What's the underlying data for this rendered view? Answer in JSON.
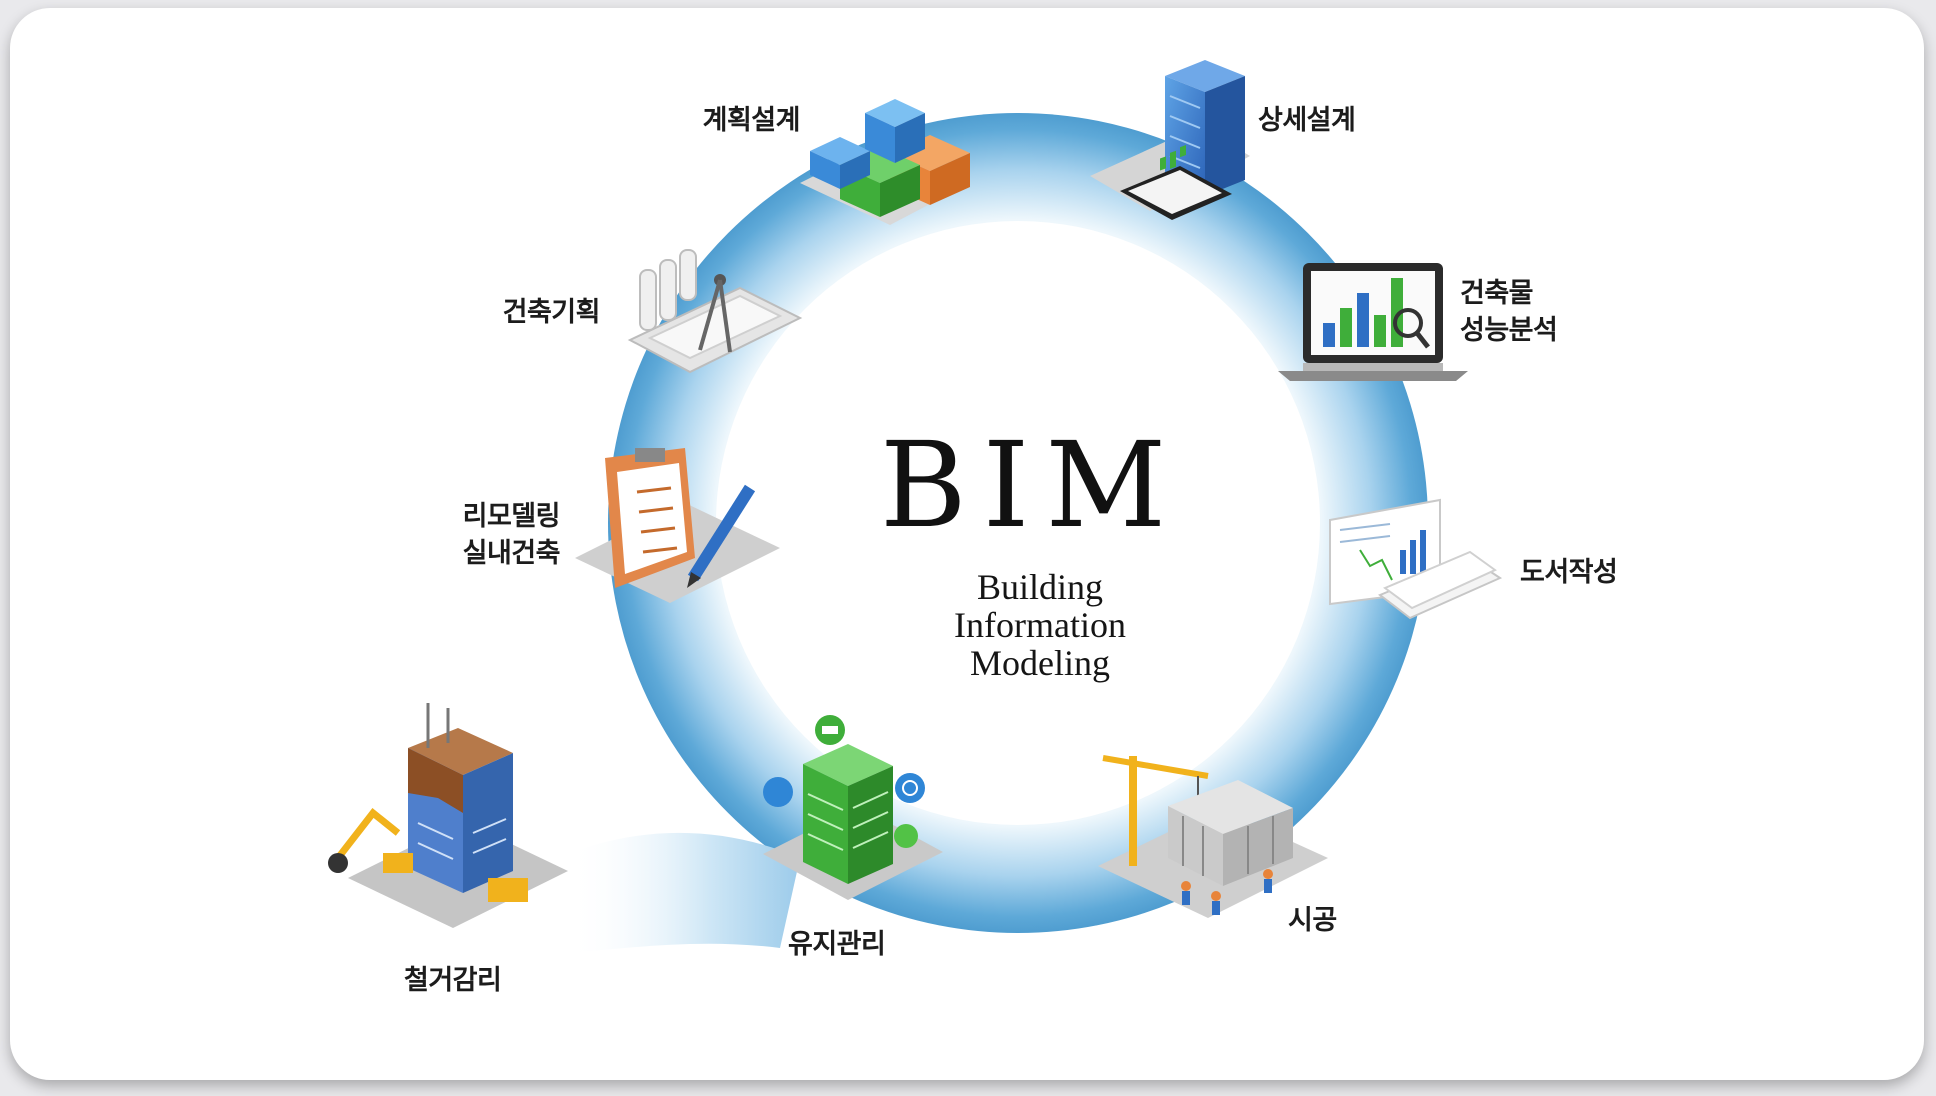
{
  "center": {
    "title": "BIM",
    "subtitle_lines": [
      "Building",
      "Information",
      "Modeling"
    ]
  },
  "stages": {
    "planning_design": "계획설계",
    "detailed_design": "상세설계",
    "performance_analysis": [
      "건축물",
      "성능분석"
    ],
    "drawing_production": "도서작성",
    "construction": "시공",
    "maintenance": "유지관리",
    "demolition_supervision": "철거감리",
    "remodeling": [
      "리모델링",
      "실내건축"
    ],
    "architectural_planning": "건축기획"
  },
  "colors": {
    "ring_light": "#e6f3fb",
    "ring_dark": "#6db4de",
    "building_blue": "#3a78c9",
    "building_green": "#3fae3a",
    "crane_yellow": "#f1b21c",
    "box_orange": "#e8843a"
  }
}
